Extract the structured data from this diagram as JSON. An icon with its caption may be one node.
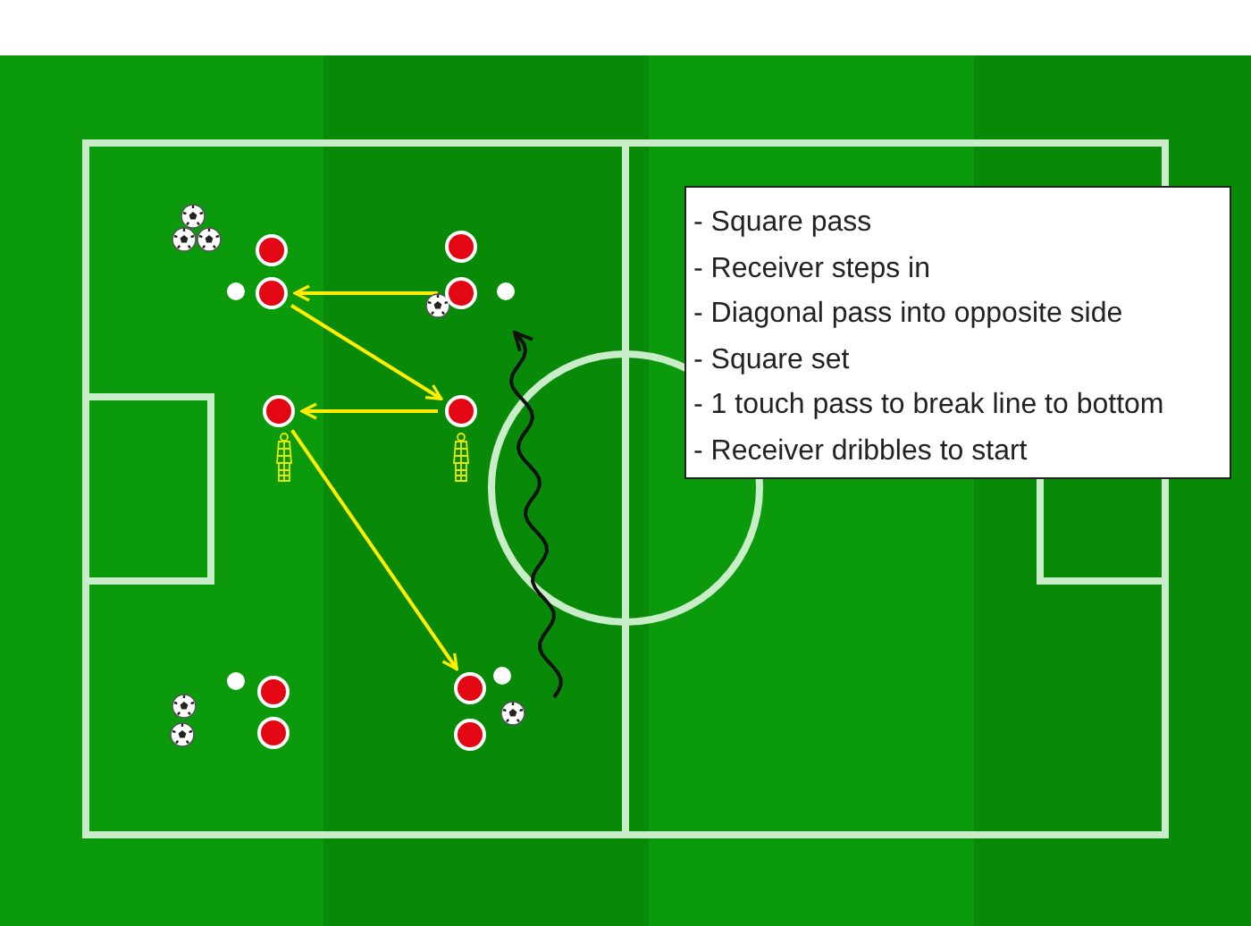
{
  "diagram": {
    "nodes": [
      {
        "text": [],
        "shape": "circle"
      },
      {
        "text": [],
        "shape": "circle"
      },
      {
        "text": [],
        "shape": "circle"
      },
      {
        "text": [],
        "shape": "circle"
      },
      {
        "text": [],
        "shape": "circle"
      },
      {
        "text": [],
        "shape": "circle"
      },
      {
        "text": [],
        "shape": "circle"
      },
      {
        "text": [],
        "shape": "circle"
      },
      {
        "text": [],
        "shape": "circle"
      },
      {
        "text": [],
        "shape": "circle"
      },
      {
        "text": [
          "- Square pass",
          "- Receiver steps in",
          "- Diagonal pass into opposite side",
          "- Square set",
          "- 1 touch pass to break line to bottom",
          "- Receiver dribbles to start"
        ]
      }
    ],
    "edges": [
      {
        "from": 3,
        "to": 2,
        "arrow": "to"
      },
      {
        "from": 2,
        "to": 5,
        "arrow": "to"
      },
      {
        "from": 5,
        "to": 4,
        "arrow": "to"
      },
      {
        "from": 4,
        "to": 7,
        "arrow": "to"
      }
    ]
  }
}
